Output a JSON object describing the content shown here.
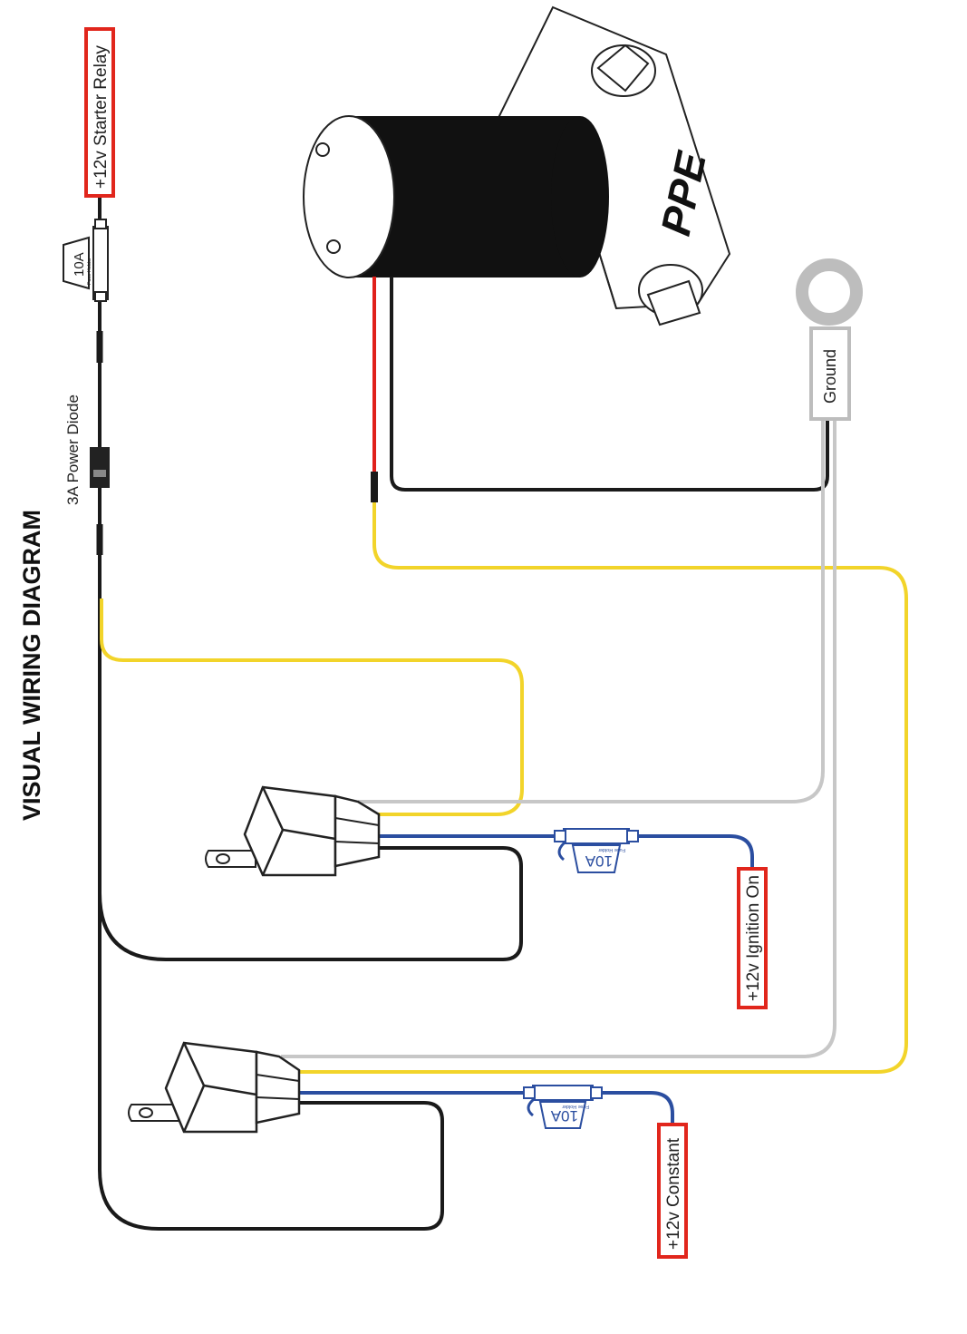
{
  "title": "VISUAL WIRING DIAGRAM",
  "labels": {
    "starter_relay": "+12v Starter Relay",
    "power_diode": "3A Power Diode",
    "ground": "Ground",
    "ignition_on": "+12v Ignition On",
    "constant": "+12v Constant"
  },
  "fuses": {
    "rating": "10A",
    "holder_text": "Fuse Holder"
  },
  "brand": {
    "logo_text": "PPE"
  },
  "colors": {
    "red_label_border": "#e1261c",
    "wire_black": "#1a1a1a",
    "wire_red": "#e0201b",
    "wire_yellow": "#f2d42a",
    "wire_gray": "#c7c7c7",
    "wire_blue": "#2b4ea0",
    "ring_gray": "#bdbdbd"
  }
}
